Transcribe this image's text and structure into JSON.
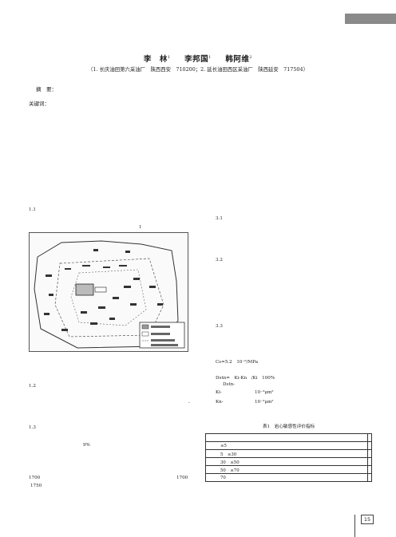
{
  "header": {
    "authors": [
      {
        "name": "李　林",
        "sup": "1"
      },
      {
        "name": "李邦国",
        "sup": "1"
      },
      {
        "name": "韩阿维",
        "sup": "2"
      }
    ],
    "affiliation": "（1. 长庆油田第六采油厂　陕西西安　710200；2. 延长油田西区采油厂　陕西延安　717504）"
  },
  "abstract": {
    "label": "摘　要："
  },
  "keywords": {
    "label": "关键词："
  },
  "left_column": {
    "s1_1": "1.1",
    "fig_num": "1",
    "s1_2": "1.2",
    "dash": "-",
    "s1_3": "1.3",
    "pct": "9%",
    "n1700a": "1700",
    "n1700b": "1700",
    "n1750": "1750"
  },
  "right_column": {
    "s3_1": "3.1",
    "s3_2": "3.2",
    "s3_3": "3.3",
    "cs": "Cs=5.2　10⁻⁶/MPa",
    "dstn": "Dstn=　Ki-Kn　/Ki　100%",
    "dstn2": "Dstn-",
    "ki": "Ki-",
    "ki_val": "10⁻³μm²",
    "kn": "Kn-",
    "kn_val": "10⁻³μm²"
  },
  "table": {
    "title": "表1　岩心敏感性评价指标",
    "rows": [
      [
        "",
        ""
      ],
      [
        "≤5",
        ""
      ],
      [
        "5　≤30",
        ""
      ],
      [
        "30　≤50",
        ""
      ],
      [
        "50　≤70",
        ""
      ],
      [
        "70",
        ""
      ]
    ]
  },
  "footer": {
    "page_number": "15"
  }
}
